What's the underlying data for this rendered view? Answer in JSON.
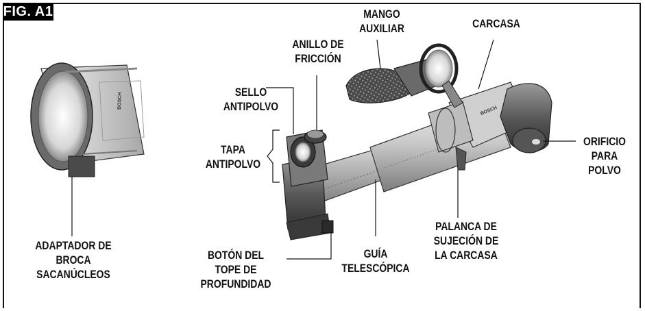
{
  "figure": {
    "badge": "FIG. A1"
  },
  "labels": {
    "mango_auxiliar": [
      "MANGO",
      "AUXILIAR"
    ],
    "carcasa": [
      "CARCASA"
    ],
    "anillo_friccion": [
      "ANILLO DE",
      "FRICCIÓN"
    ],
    "sello_antipolvo": [
      "SELLO",
      "ANTIPOLVO"
    ],
    "tapa_antipolvo": [
      "TAPA",
      "ANTIPOLVO"
    ],
    "orificio_polvo": [
      "ORIFICIO",
      "PARA",
      "POLVO"
    ],
    "palanca": [
      "PALANCA DE",
      "SUJECIÓN DE",
      "LA CARCASA"
    ],
    "adaptador": [
      "ADAPTADOR DE",
      "BROCA",
      "SACANÚCLEOS"
    ],
    "boton_tope": [
      "BOTÓN DEL",
      "TOPE DE",
      "PROFUNDIDAD"
    ],
    "guia": [
      "GUÍA",
      "TELESCÓPICA"
    ]
  },
  "parts": {
    "brand_on_adapter": "BOSCH",
    "brand_on_housing": "BOSCH"
  }
}
